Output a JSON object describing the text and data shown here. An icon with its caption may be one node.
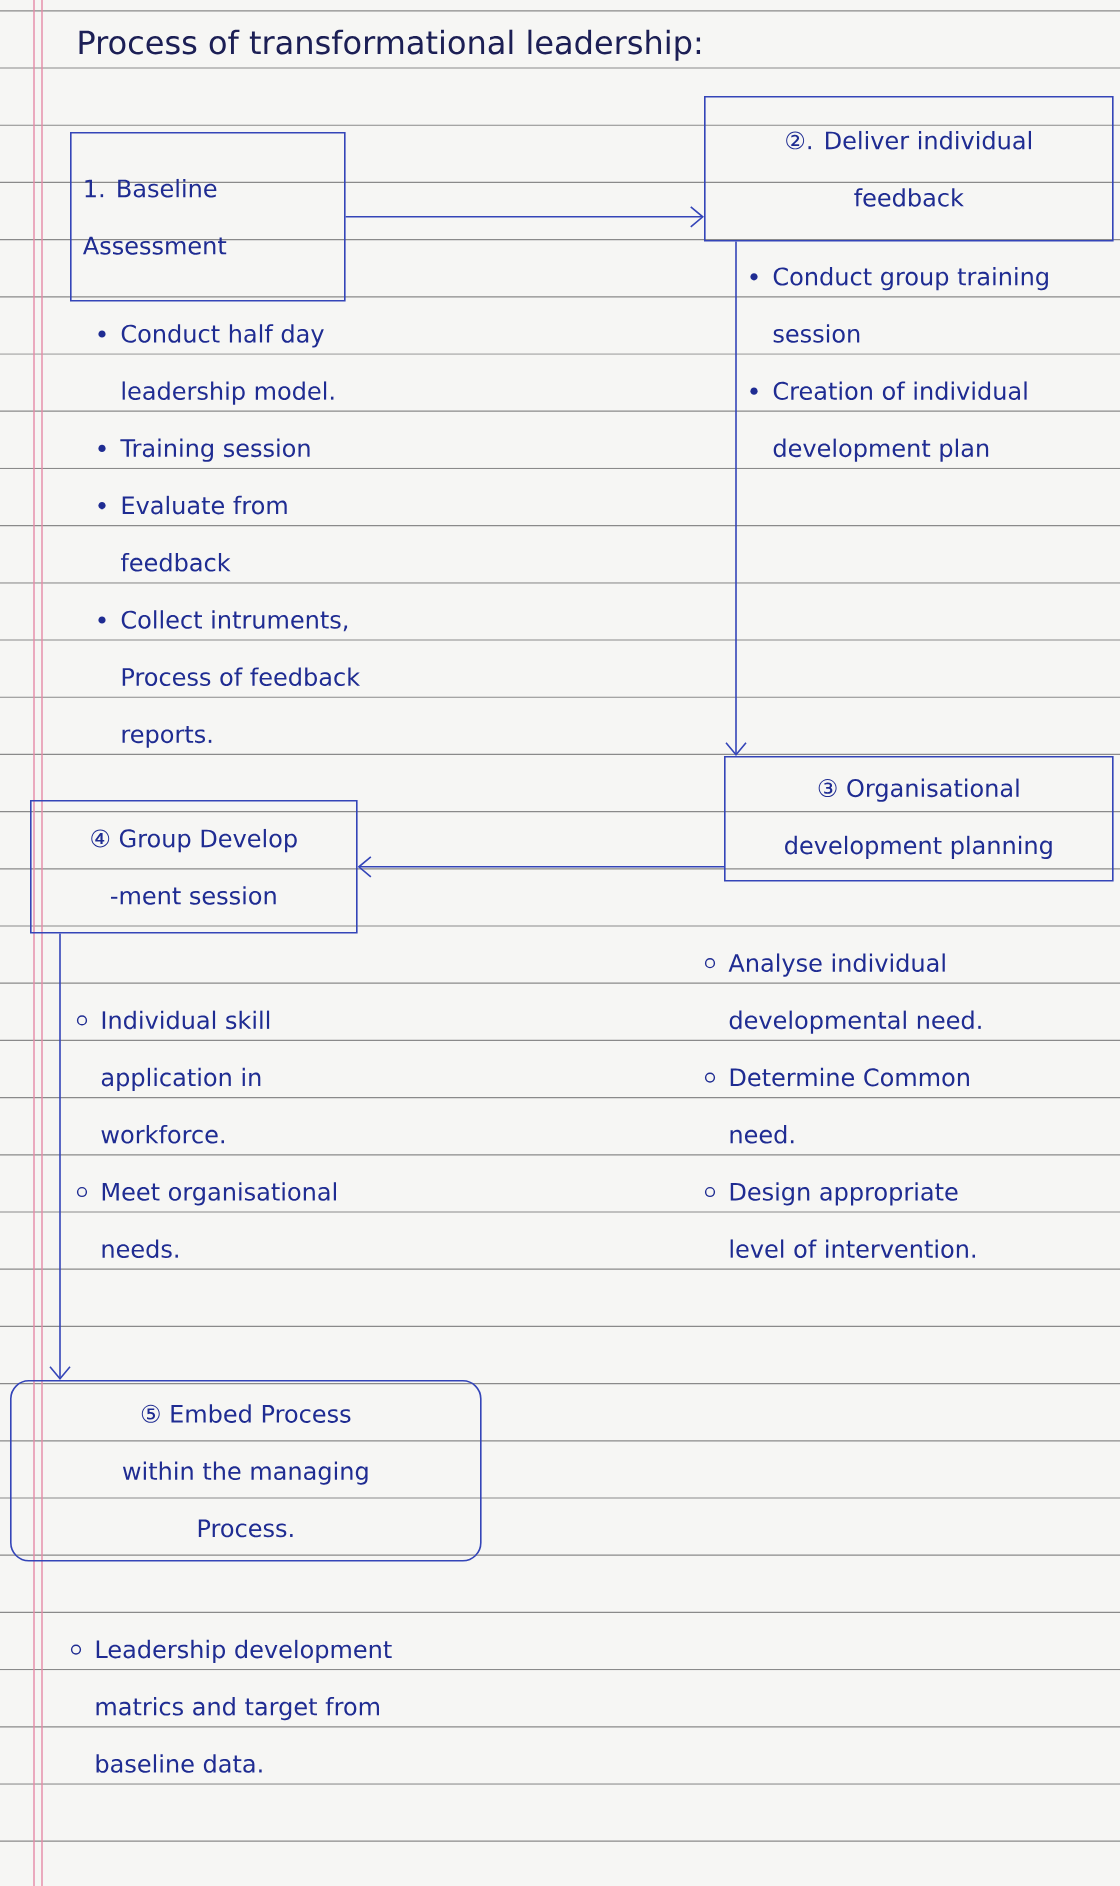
{
  "diagram": {
    "title": "Process of transformational leadership:",
    "nodes": [
      {
        "text": [
          "1. Baseline Assessment"
        ],
        "beside": [
          "Conduct half day leadership model.",
          "Training session",
          "Evaluate from feedback",
          "Collect intruments, Process of feedback reports."
        ]
      },
      {
        "text": [
          "②. Deliver individual feedback"
        ],
        "beside": [
          "Conduct group training session",
          "Creation of individual development plan"
        ]
      },
      {
        "text": [
          "③ Organisational development planning"
        ],
        "beside": [
          "Analyse individual developmental need.",
          "Determine Common need.",
          "Design appropriate level of intervention."
        ]
      },
      {
        "text": [
          "④ Group Develop -ment session"
        ],
        "beside": [
          "Individual skill application in workforce.",
          "Meet organisational needs."
        ]
      },
      {
        "text": [
          "⑤ Embed Process within the managing Process."
        ],
        "beside": [
          "Leadership development matrics and target from baseline data."
        ]
      }
    ],
    "edges": [
      {
        "from": 0,
        "to": 1,
        "arrow": "to"
      },
      {
        "from": 1,
        "to": 2,
        "arrow": "to"
      },
      {
        "from": 2,
        "to": 3,
        "arrow": "to"
      },
      {
        "from": 3,
        "to": 4,
        "arrow": "to"
      }
    ]
  }
}
